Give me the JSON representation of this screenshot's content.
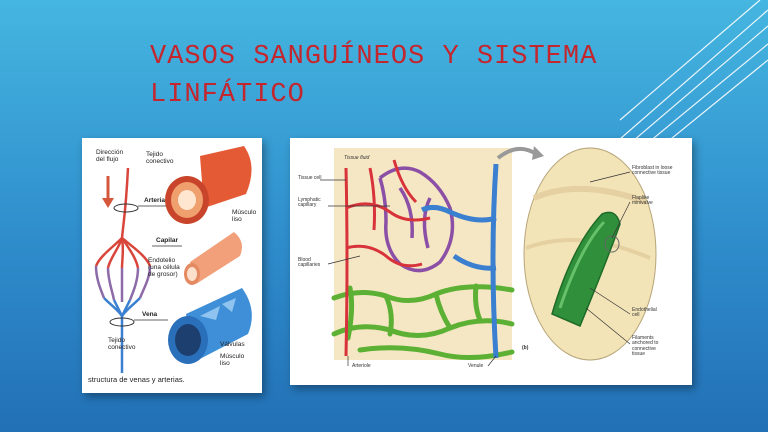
{
  "slide": {
    "title_line1": "VASOS SANGUÍNEOS Y SISTEMA",
    "title_line2": "LINFÁTICO"
  },
  "left_figure": {
    "label_direccion": "Dirección",
    "label_flujo": "del flujo",
    "label_tejido_top_1": "Tejido",
    "label_tejido_top_2": "conectivo",
    "label_arteria": "Arteria",
    "label_musculo_top_1": "Músculo",
    "label_musculo_top_2": "liso",
    "label_capilar": "Capilar",
    "label_endotelio_1": "Endotelio",
    "label_endotelio_2": "(una célula",
    "label_endotelio_3": "de grosor)",
    "label_vena": "Vena",
    "label_tejido_bottom_1": "Tejido",
    "label_tejido_bottom_2": "conectivo",
    "label_valvulas": "Válvulas",
    "label_musculo_bottom_1": "Músculo",
    "label_musculo_bottom_2": "liso",
    "caption": "structura de venas y arterias."
  },
  "right_figure": {
    "label_tissue_fluid": "Tissue fluid",
    "label_tissue_cell": "Tissue cell",
    "label_lymphatic_1": "Lymphatic",
    "label_lymphatic_2": "capillary",
    "label_blood_1": "Blood",
    "label_blood_2": "capillaries",
    "label_arteriole": "Arteriole",
    "label_venule": "Venule",
    "label_b": "(b)",
    "label_fibroblast_1": "Fibroblast in loose",
    "label_fibroblast_2": "connective tissue",
    "label_flaplike_1": "Flaplike",
    "label_flaplike_2": "minivalve",
    "label_endothelial_1": "Endothelial",
    "label_endothelial_2": "cell",
    "label_filaments_1": "Filaments",
    "label_filaments_2": "anchored to",
    "label_filaments_3": "connective",
    "label_filaments_4": "tissue"
  },
  "colors": {
    "background_top": "#45b6e0",
    "background_bottom": "#2270b6",
    "title": "#c4262e",
    "artery": "#e0442c",
    "vein": "#3a7fd0",
    "lymph": "#5cb135"
  }
}
